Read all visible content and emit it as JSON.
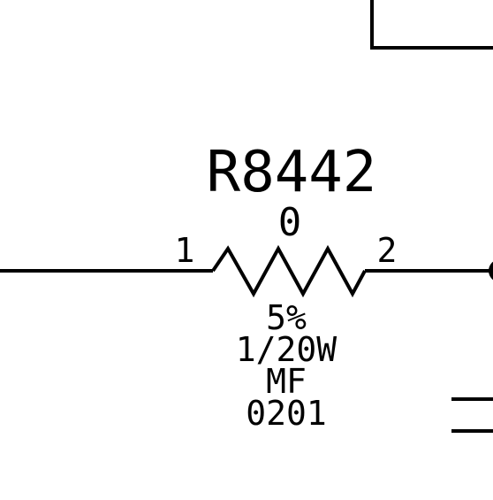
{
  "component": {
    "refdes": "R8442",
    "value": "0",
    "pin_left": "1",
    "pin_right": "2",
    "tolerance": "5%",
    "power": "1/20W",
    "type": "MF",
    "package": "0201"
  },
  "colors": {
    "ink": "#000000",
    "background": "#ffffff"
  }
}
